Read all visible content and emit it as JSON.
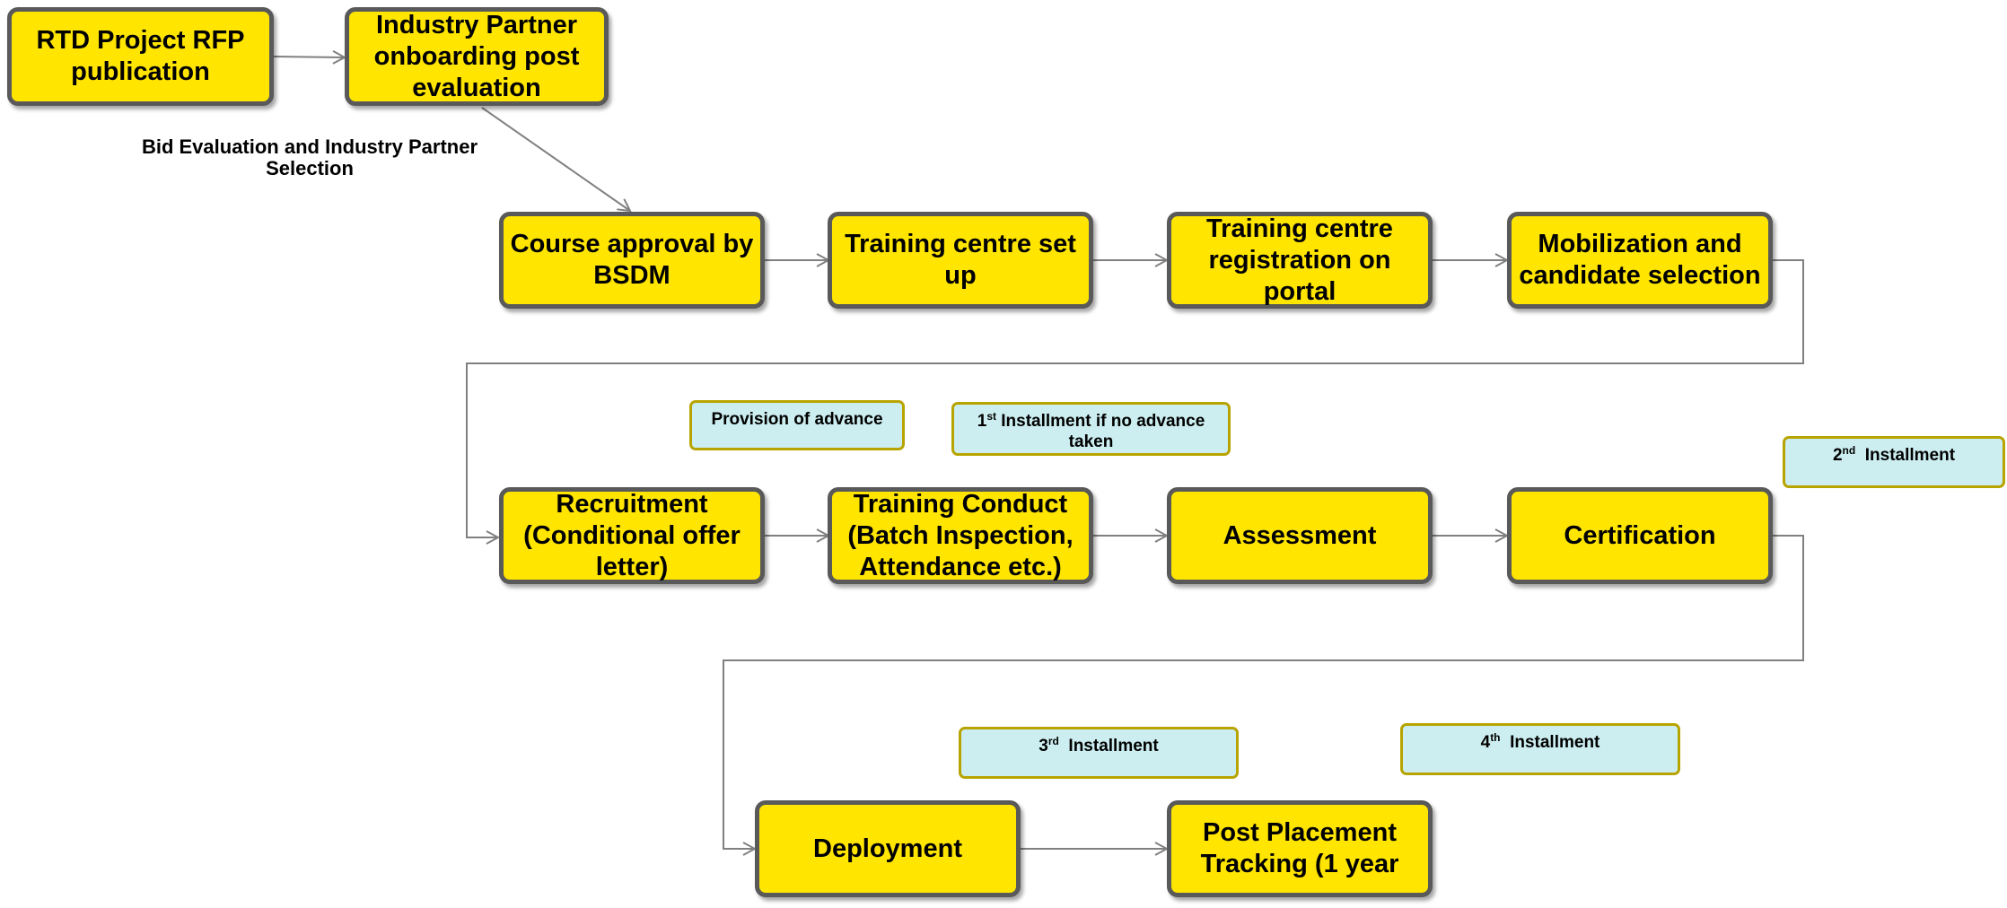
{
  "nodes": {
    "rfp_publication": "RTD Project RFP publication",
    "partner_onboarding": "Industry Partner onboarding post evaluation",
    "course_approval": "Course approval by BSDM",
    "training_centre_setup": "Training centre set up",
    "training_centre_registration": "Training centre registration on portal",
    "mobilization": "Mobilization and candidate selection",
    "recruitment": "Recruitment (Conditional offer letter)",
    "training_conduct": "Training Conduct (Batch Inspection, Attendance etc.)",
    "assessment": "Assessment",
    "certification": "Certification",
    "deployment": "Deployment",
    "post_placement": "Post Placement Tracking (1 year"
  },
  "edge_labels": {
    "bid_evaluation": "Bid Evaluation and Industry Partner Selection"
  },
  "notes": {
    "advance": "Provision of advance",
    "first_installment": {
      "ordinal": "1",
      "suffix": "st",
      "text": " Installment if no advance taken"
    },
    "second_installment": {
      "ordinal": "2",
      "suffix": "nd",
      "text": "  Installment"
    },
    "third_installment": {
      "ordinal": "3",
      "suffix": "rd",
      "text": "  Installment"
    },
    "fourth_installment": {
      "ordinal": "4",
      "suffix": "th",
      "text": "  Installment"
    }
  },
  "colors": {
    "node_fill": "#FFE500",
    "node_border": "#595959",
    "note_fill": "#CCEEF0",
    "note_border": "#B8A400",
    "connector": "#808080"
  }
}
